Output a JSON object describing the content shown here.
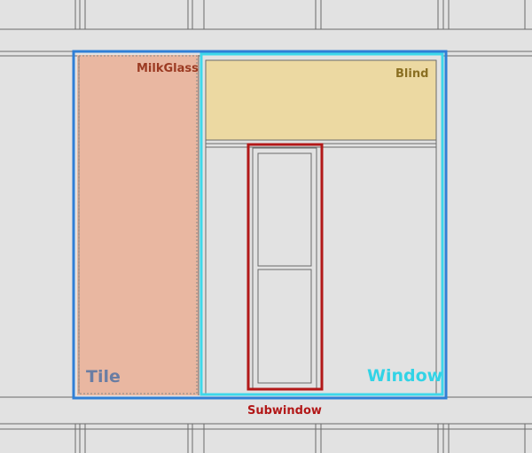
{
  "labels": {
    "milkglass": "MilkGlass",
    "blind": "Blind",
    "tile": "Tile",
    "window": "Window",
    "subwindow": "Subwindow"
  },
  "colors": {
    "background": "#e2e2e2",
    "line": "#555555",
    "tile_fill": "#e9b7a1",
    "blind_fill": "#ecd9a2",
    "outer_frame": "#2f7fd6",
    "window_frame": "#3ed8ea",
    "subwindow_frame": "#b21818",
    "milkglass_text": "#9b3a22",
    "blind_text": "#8a6f22",
    "tile_text": "#6a7da3",
    "window_text": "#32d3e6",
    "subwindow_text": "#b21818"
  }
}
